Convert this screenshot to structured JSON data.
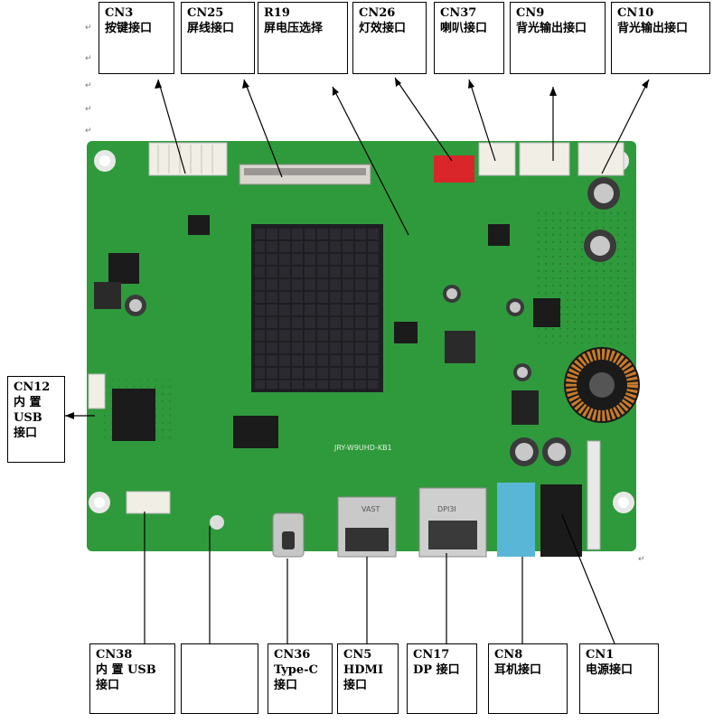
{
  "top_labels": [
    {
      "code": "CN3",
      "desc": "按键接口"
    },
    {
      "code": "CN25",
      "desc": "屏线接口"
    },
    {
      "code": "R19",
      "desc": "屏电压选择"
    },
    {
      "code": "CN26",
      "desc": "灯效接口"
    },
    {
      "code": "CN37",
      "desc": "喇叭接口"
    },
    {
      "code": "CN9",
      "desc": "背光输出接口"
    },
    {
      "code": "CN10",
      "desc": "背光输出接口"
    }
  ],
  "left_label": {
    "code": "CN12",
    "line1": "内  置",
    "line2": "USB",
    "line3": "接口"
  },
  "bottom_labels": [
    {
      "code": "CN38",
      "line1": "内 置  USB",
      "line2": "接口"
    },
    {
      "code": "",
      "line1": "",
      "line2": ""
    },
    {
      "code": "CN36",
      "line1": "Type-C",
      "line2": "接口"
    },
    {
      "code": "CN5",
      "line1": "HDMI",
      "line2": "接口"
    },
    {
      "code": "CN17",
      "line1": "DP 接口",
      "line2": ""
    },
    {
      "code": "CN8",
      "line1": "耳机接口",
      "line2": ""
    },
    {
      "code": "CN1",
      "line1": "电源接口",
      "line2": ""
    }
  ],
  "board_marks": {
    "model": "JRY-W9UHD-KB1",
    "hdmi_label": "VAST",
    "dp_label": "DPI3I"
  },
  "colors": {
    "board": "#2f9a3c",
    "heatsink": "#1e1e22",
    "connector": "#f1eee6",
    "red_connector": "#d8262b",
    "blue_jack": "#5ab6d6"
  }
}
